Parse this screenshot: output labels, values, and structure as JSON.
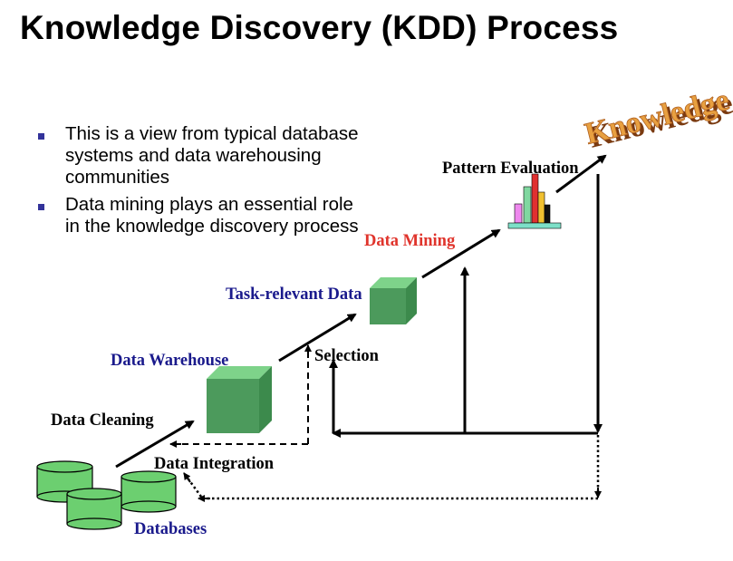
{
  "title": "Knowledge Discovery (KDD) Process",
  "bullets": [
    "This is a view from typical database systems and data warehousing communities",
    "Data mining plays an essential role in the knowledge discovery process"
  ],
  "diagram": {
    "knowledge_wordart": "Knowledge",
    "labels": {
      "pattern_evaluation": "Pattern Evaluation",
      "data_mining": "Data Mining",
      "task_relevant_data": "Task-relevant Data",
      "selection": "Selection",
      "data_warehouse": "Data Warehouse",
      "data_cleaning": "Data Cleaning",
      "data_integration": "Data Integration",
      "databases": "Databases"
    },
    "colors": {
      "navy_label": "#1a1a8c",
      "red_label": "#e0342c",
      "cube_face": "#4c9a5c",
      "database_fill": "#6ccf70",
      "bullet": "#33339a",
      "wordart": "#e8a040"
    }
  }
}
